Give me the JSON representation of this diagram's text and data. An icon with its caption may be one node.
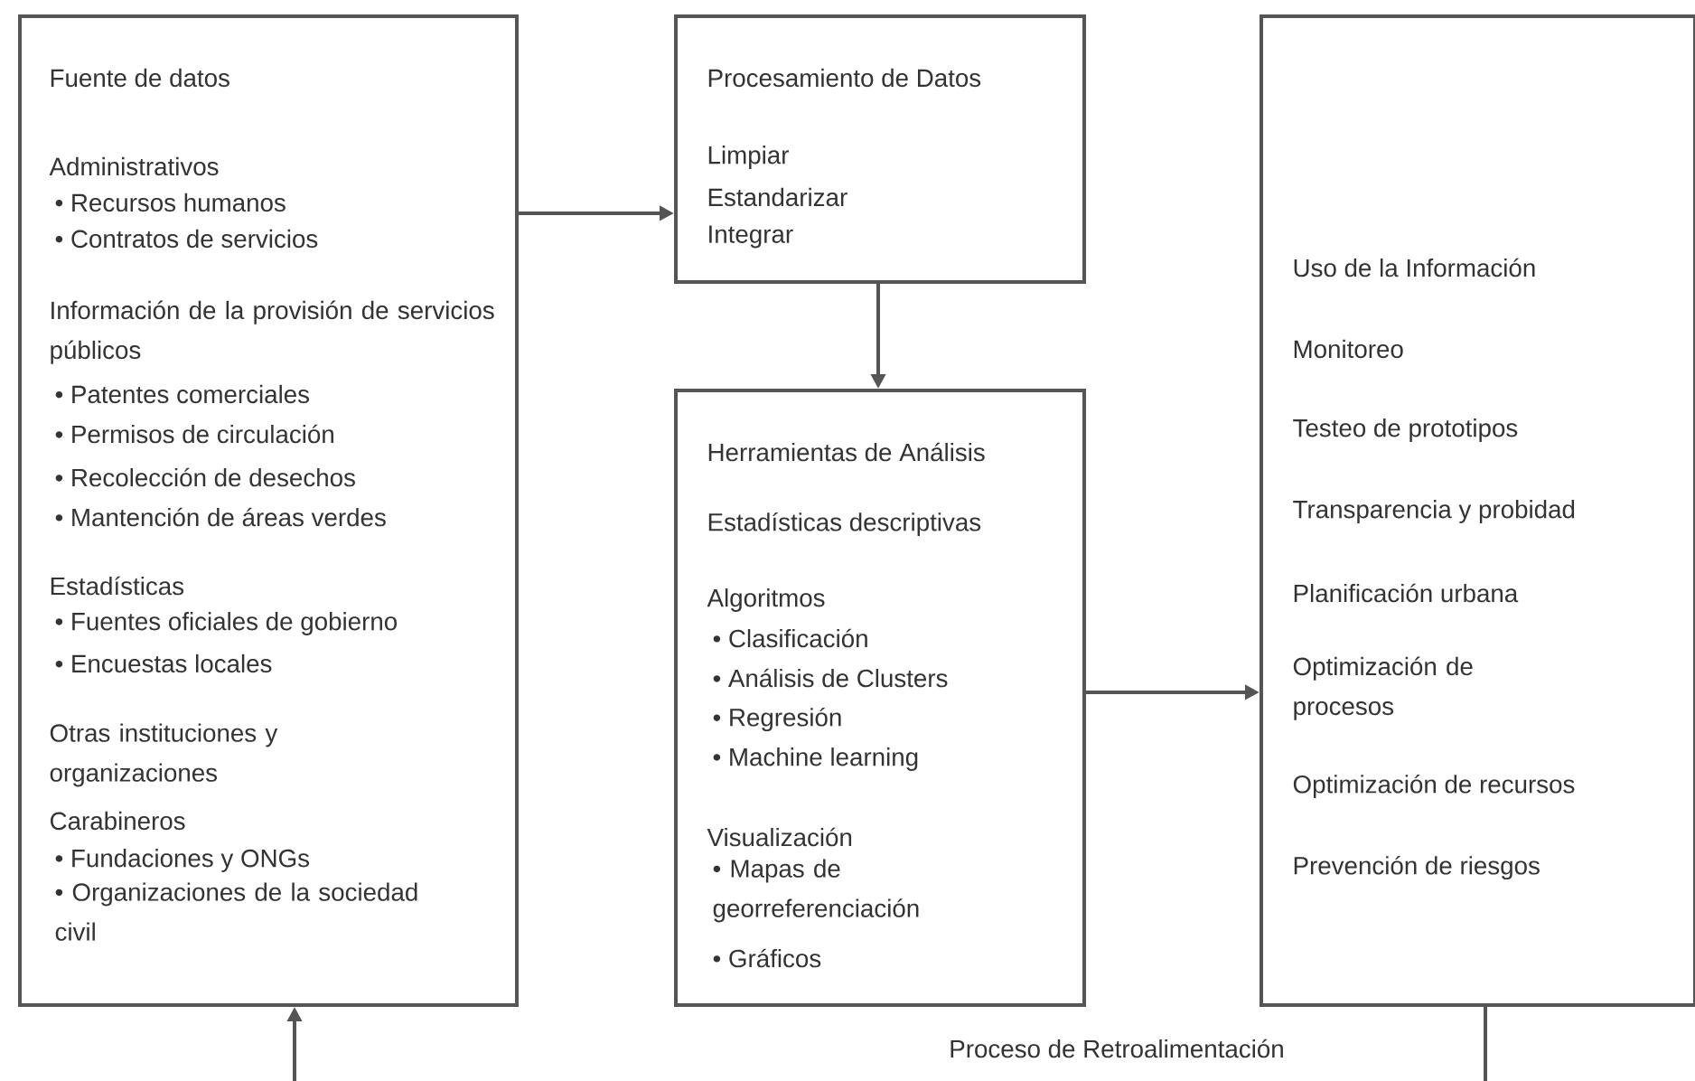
{
  "diagram": {
    "nodes": [
      {
        "text": [
          "Fuente de datos",
          "Administrativos",
          "• Recursos humanos",
          "• Contratos de servicios",
          "Información de la provisión de servicios públicos",
          "• Patentes comerciales",
          "• Permisos de circulación",
          "• Recolección de desechos",
          "• Mantención de áreas verdes",
          "Estadísticas",
          "• Fuentes oficiales de gobierno",
          "• Encuestas locales",
          "Otras instituciones y organizaciones",
          "Carabineros",
          "• Fundaciones y ONGs",
          "• Organizaciones de la sociedad civil"
        ]
      },
      {
        "text": [
          "Procesamiento de Datos",
          "Limpiar",
          "Estandarizar",
          "Integrar"
        ]
      },
      {
        "text": [
          "Herramientas de Análisis",
          "Estadísticas descriptivas",
          "Algoritmos",
          "• Clasificación",
          "• Análisis de Clusters",
          "• Regresión",
          "• Machine learning",
          "Visualización",
          "• Mapas de georreferenciación",
          "• Gráficos"
        ]
      },
      {
        "text": [
          "Uso de la Información",
          "Monitoreo",
          "Testeo de prototipos",
          "Transparencia y probidad",
          "Planificación urbana",
          "Optimización de procesos",
          "Optimización de recursos",
          "Prevención de riesgos"
        ]
      }
    ],
    "edges": [
      {
        "from": 0,
        "to": 1,
        "arrow": "to"
      },
      {
        "from": 1,
        "to": 2,
        "arrow": "to"
      },
      {
        "from": 2,
        "to": 3,
        "arrow": "to"
      },
      {
        "from": 3,
        "to": 0,
        "arrow": "to",
        "label": "Proceso de Retroalimentación"
      }
    ]
  }
}
